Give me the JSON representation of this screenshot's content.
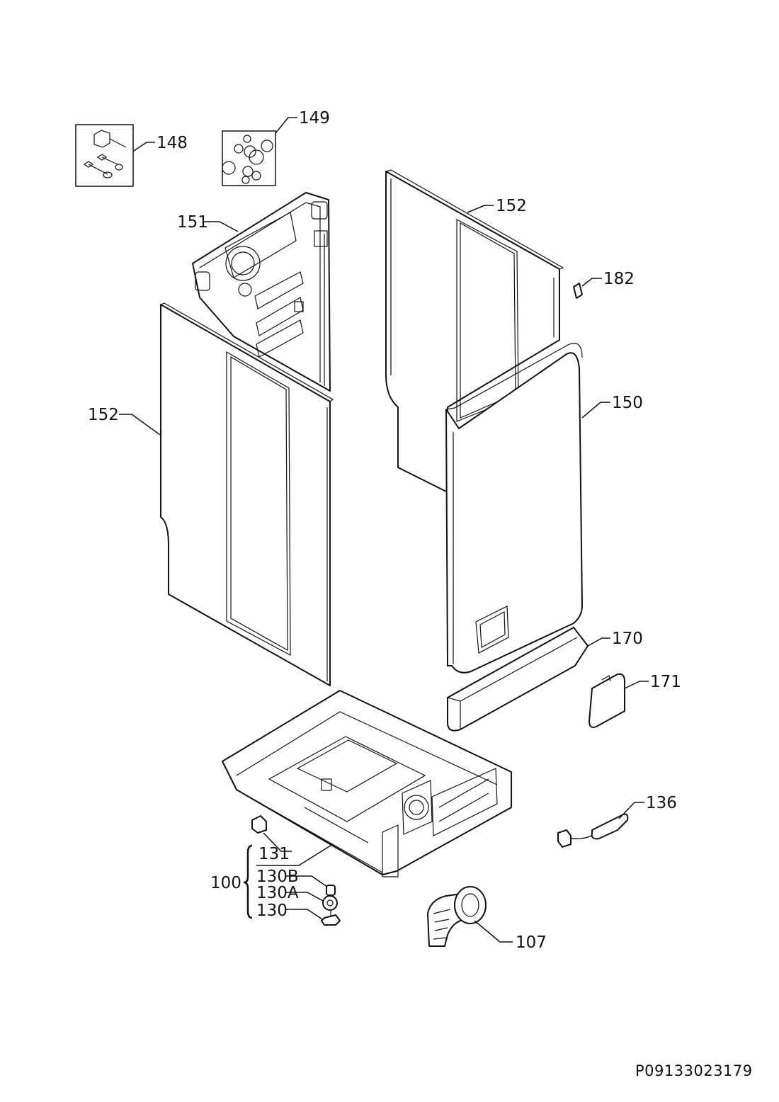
{
  "document_number": "P09133023179",
  "callouts": {
    "c148": "148",
    "c149": "149",
    "c151": "151",
    "c152_top": "152",
    "c182": "182",
    "c152_left": "152",
    "c150": "150",
    "c170": "170",
    "c171": "171",
    "c136": "136",
    "c131": "131",
    "c100": "100",
    "c130B": "130B",
    "c130A": "130A",
    "c130": "130",
    "c107": "107"
  }
}
